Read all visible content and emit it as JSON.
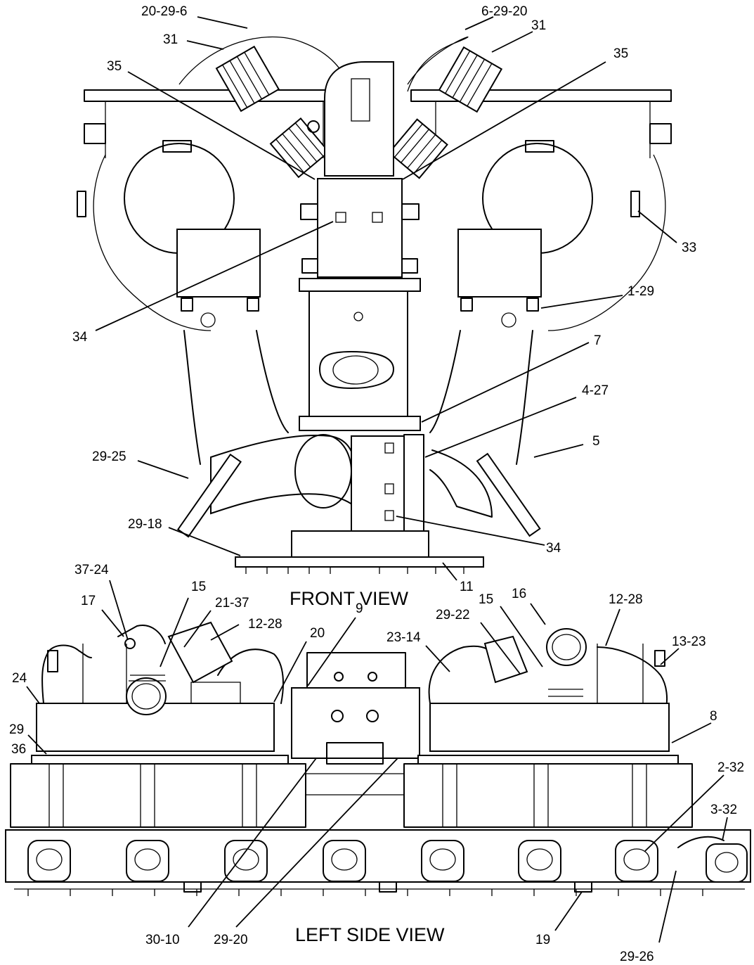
{
  "views": {
    "front": {
      "title": "FRONT VIEW"
    },
    "side": {
      "title": "LEFT SIDE VIEW"
    }
  },
  "callouts": {
    "c_20_29_6": "20-29-6",
    "c_6_29_20": "6-29-20",
    "c_31_l": "31",
    "c_31_r": "31",
    "c_35_l": "35",
    "c_35_r": "35",
    "c_33": "33",
    "c_1_29": "1-29",
    "c_34_a": "34",
    "c_7": "7",
    "c_4_27": "4-27",
    "c_5": "5",
    "c_29_25": "29-25",
    "c_29_18": "29-18",
    "c_34_b": "34",
    "c_11": "11",
    "c_37_24": "37-24",
    "c_17": "17",
    "c_15_l": "15",
    "c_21_37": "21-37",
    "c_12_28_l": "12-28",
    "c_20": "20",
    "c_9": "9",
    "c_23_14": "23-14",
    "c_29_22": "29-22",
    "c_15_r": "15",
    "c_16": "16",
    "c_12_28_r": "12-28",
    "c_13_23": "13-23",
    "c_24": "24",
    "c_29": "29",
    "c_36": "36",
    "c_8": "8",
    "c_2_32": "2-32",
    "c_3_32": "3-32",
    "c_30_10": "30-10",
    "c_29_20": "29-20",
    "c_19": "19",
    "c_29_26": "29-26"
  }
}
